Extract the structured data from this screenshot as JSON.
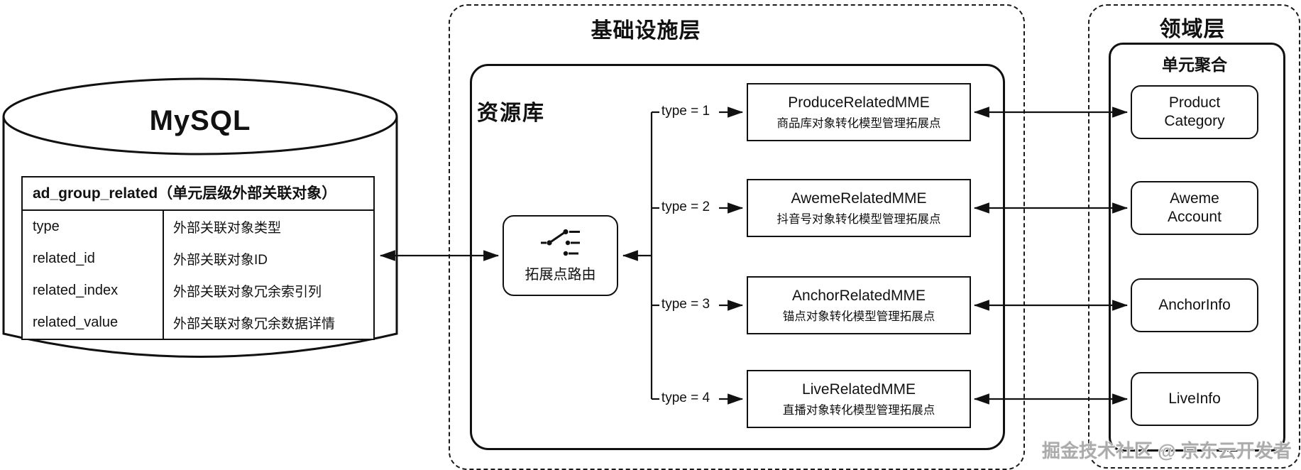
{
  "diagram": {
    "mysql": {
      "title": "MySQL",
      "table": {
        "header": "ad_group_related（单元层级外部关联对象）",
        "rows": [
          {
            "field": "type",
            "desc": "外部关联对象类型"
          },
          {
            "field": "related_id",
            "desc": "外部关联对象ID"
          },
          {
            "field": "related_index",
            "desc": "外部关联对象冗余索引列"
          },
          {
            "field": "related_value",
            "desc": "外部关联对象冗余数据详情"
          }
        ]
      }
    },
    "infrastructure": {
      "title": "基础设施层",
      "repository": {
        "title": "资源库",
        "router": {
          "label": "拓展点路由",
          "icon": "switch-icon"
        },
        "branches": [
          {
            "condition": "type = 1",
            "name": "ProduceRelatedMME",
            "desc": "商品库对象转化模型管理拓展点"
          },
          {
            "condition": "type = 2",
            "name": "AwemeRelatedMME",
            "desc": "抖音号对象转化模型管理拓展点"
          },
          {
            "condition": "type = 3",
            "name": "AnchorRelatedMME",
            "desc": "锚点对象转化模型管理拓展点"
          },
          {
            "condition": "type = 4",
            "name": "LiveRelatedMME",
            "desc": "直播对象转化模型管理拓展点"
          }
        ]
      }
    },
    "domain": {
      "title": "领域层",
      "aggregate": {
        "title": "单元聚合",
        "entities": [
          "Product Category",
          "Aweme Account",
          "AnchorInfo",
          "LiveInfo"
        ]
      }
    },
    "watermark": "掘金技术社区 @ 京东云开发者",
    "colors": {
      "stroke": "#1a1a1a",
      "background": "#ffffff",
      "watermark": "#ababab"
    }
  }
}
